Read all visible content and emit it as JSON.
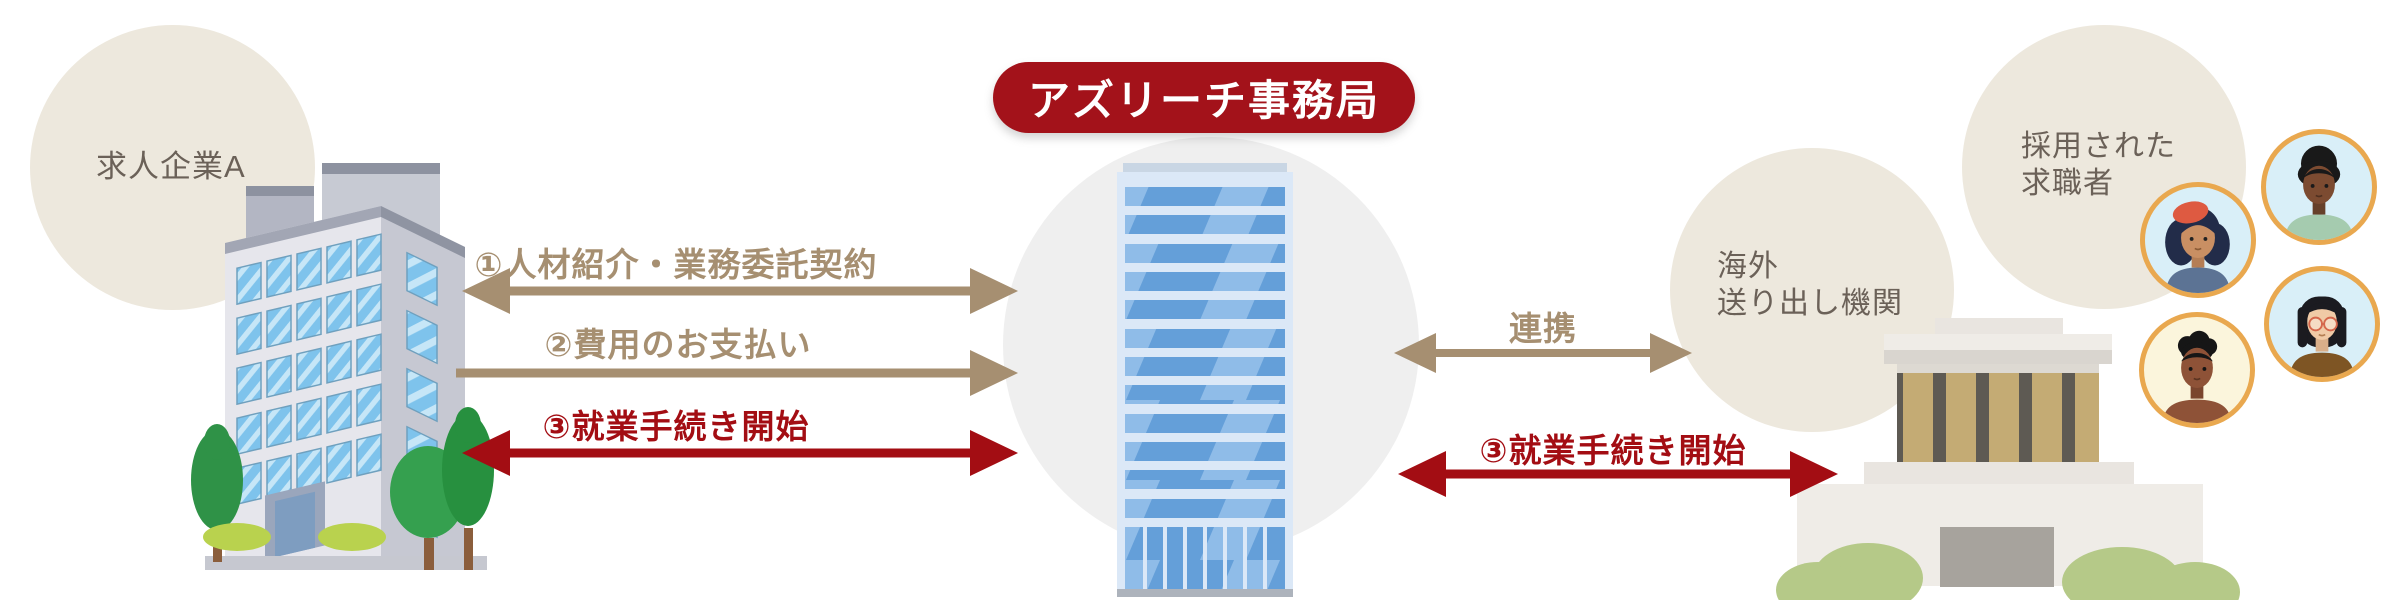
{
  "badge": {
    "label": "アズリーチ事務局"
  },
  "entities": {
    "company": {
      "label": "求人企業A"
    },
    "overseas_agency": {
      "line1": "海外",
      "line2": "送り出し機関"
    },
    "hired_jobseekers": {
      "line1": "採用された",
      "line2": "求職者"
    }
  },
  "arrows": {
    "contract": {
      "label": "①人材紹介・業務委託契約",
      "direction": "both"
    },
    "payment": {
      "label": "②費用のお支払い",
      "direction": "right"
    },
    "employment_left": {
      "label": "③就業手続き開始",
      "direction": "both"
    },
    "cooperation": {
      "label": "連携",
      "direction": "both"
    },
    "employment_right": {
      "label": "③就業手続き開始",
      "direction": "both"
    }
  },
  "colors": {
    "tan_arrow": "#A68F71",
    "red_arrow": "#A30D13",
    "badge_red": "#A3121A",
    "beige_circle": "#EDE8DD",
    "gray_circle": "#EFEFEF",
    "entity_text": "#6B6158",
    "avatar_ring": "#E9A84F"
  }
}
